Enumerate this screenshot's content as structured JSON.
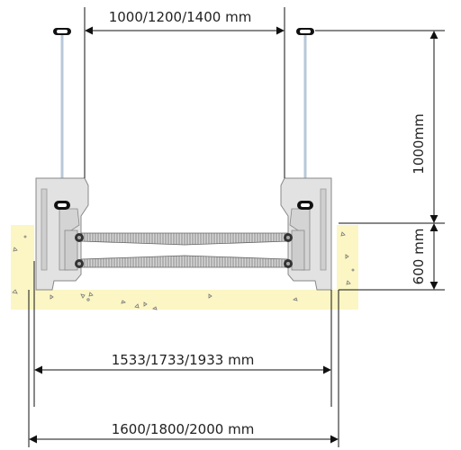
{
  "dimensions": {
    "top_clear_width": "1000/1200/1400 mm",
    "railing_height": "1000mm",
    "pit_depth": "600 mm",
    "inner_width": "1533/1733/1933 mm",
    "outer_width": "1600/1800/2000 mm"
  },
  "colors": {
    "concrete": "#fbf6c4",
    "post": "#b8c8d8",
    "housing": "#e2e2e2",
    "handrail": "#c8c8c8",
    "line": "#111111"
  }
}
